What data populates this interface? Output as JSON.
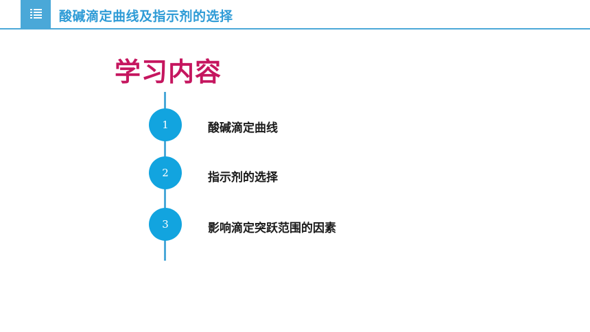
{
  "header": {
    "icon": "list-icon",
    "title": "酸碱滴定曲线及指示剂的选择"
  },
  "section": {
    "title": "学习内容"
  },
  "steps": [
    {
      "number": "1",
      "label": "酸碱滴定曲线"
    },
    {
      "number": "2",
      "label": "指示剂的选择"
    },
    {
      "number": "3",
      "label": "影响滴定突跃范围的因素"
    }
  ],
  "colors": {
    "accent_blue": "#4aa8d8",
    "circle_blue": "#12a4df",
    "header_text_blue": "#2e9bd6",
    "title_magenta": "#c5165f"
  }
}
